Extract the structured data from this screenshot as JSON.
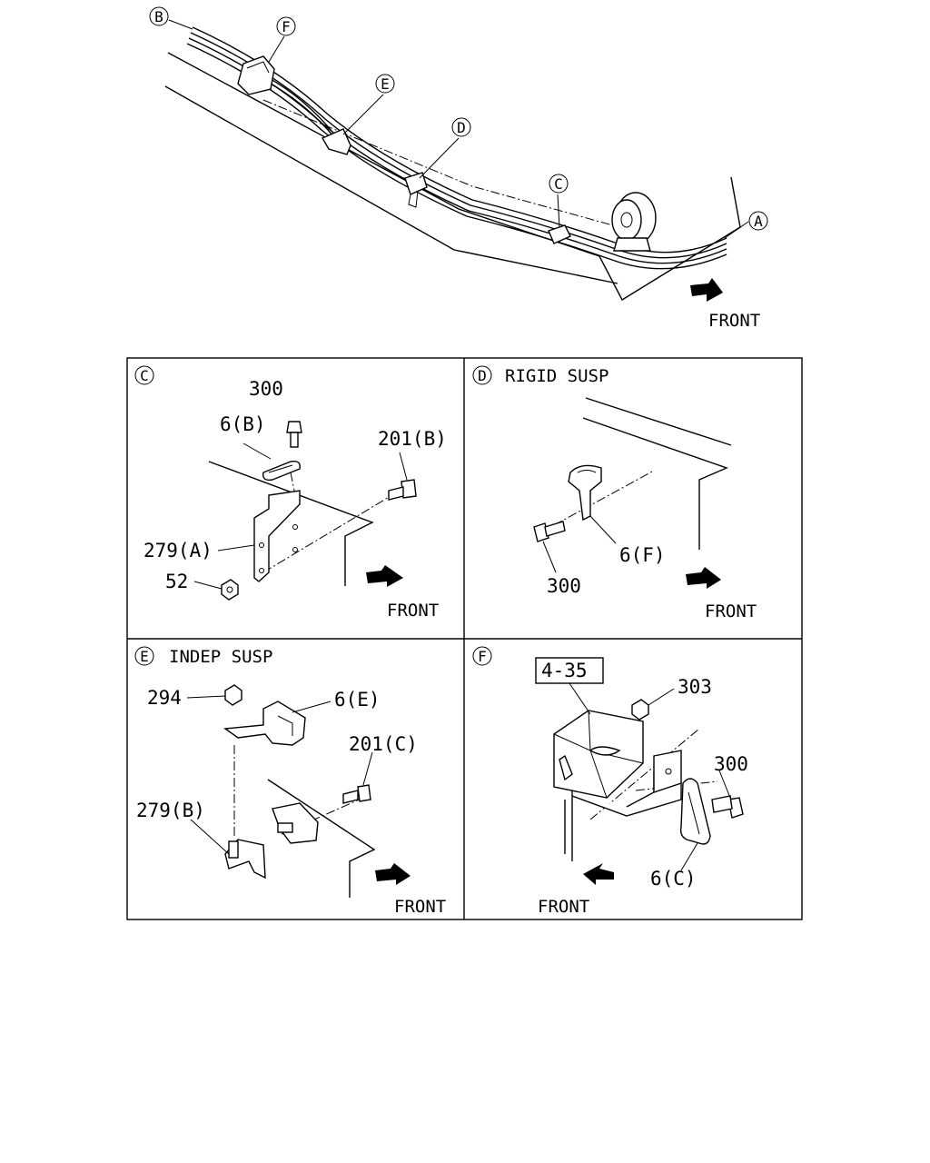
{
  "overview": {
    "callouts": [
      "B",
      "F",
      "E",
      "D",
      "C",
      "A"
    ],
    "front_label": "FRONT"
  },
  "panels": {
    "c": {
      "letter": "C",
      "title": "",
      "parts": [
        "300",
        "6(B)",
        "201(B)",
        "279(A)",
        "52"
      ],
      "front_label": "FRONT"
    },
    "d": {
      "letter": "D",
      "title": "RIGID SUSP",
      "parts": [
        "300",
        "6(F)"
      ],
      "front_label": "FRONT"
    },
    "e": {
      "letter": "E",
      "title": "INDEP SUSP",
      "parts": [
        "294",
        "6(E)",
        "201(C)",
        "279(B)"
      ],
      "front_label": "FRONT"
    },
    "f": {
      "letter": "F",
      "title": "",
      "ref_box": "4-35",
      "parts": [
        "303",
        "300",
        "6(C)"
      ],
      "front_label": "FRONT"
    }
  }
}
